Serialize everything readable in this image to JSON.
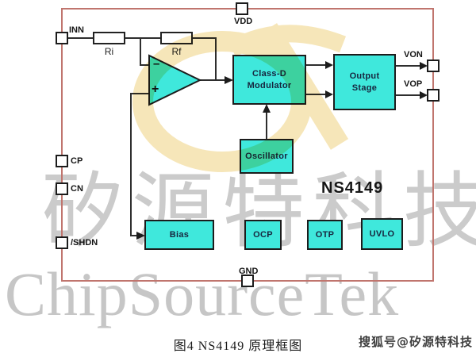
{
  "title": {
    "caption": "图4  NS4149 原理框图",
    "chip": "NS4149"
  },
  "watermarks": {
    "cn_large": "矽源特科技",
    "latin": "ChipSourceTek",
    "sohu_badge": "搜狐号@矽源特科技"
  },
  "pins": {
    "inn": "INN",
    "vdd": "VDD",
    "cp": "CP",
    "cn": "CN",
    "shdn": "/SHDN",
    "gnd": "GND",
    "von": "VON",
    "vop": "VOP"
  },
  "passives": {
    "ri": "Ri",
    "rf": "Rf"
  },
  "opamp": {
    "minus": "–",
    "plus": "+"
  },
  "blocks": {
    "modulator_line1": "Class-D",
    "modulator_line2": "Modulator",
    "output_line1": "Output",
    "output_line2": "Stage",
    "oscillator": "Oscillator",
    "bias": "Bias",
    "ocp": "OCP",
    "otp": "OTP",
    "uvlo": "UVLO"
  },
  "colors": {
    "block_fill": "#3fe8dc",
    "diagram_border": "#c0756e",
    "wire": "#2e2e2e",
    "block_text": "#17263f",
    "watermark_gray": "#c9c9c9",
    "watermark_yellow": "#f0d58a"
  }
}
